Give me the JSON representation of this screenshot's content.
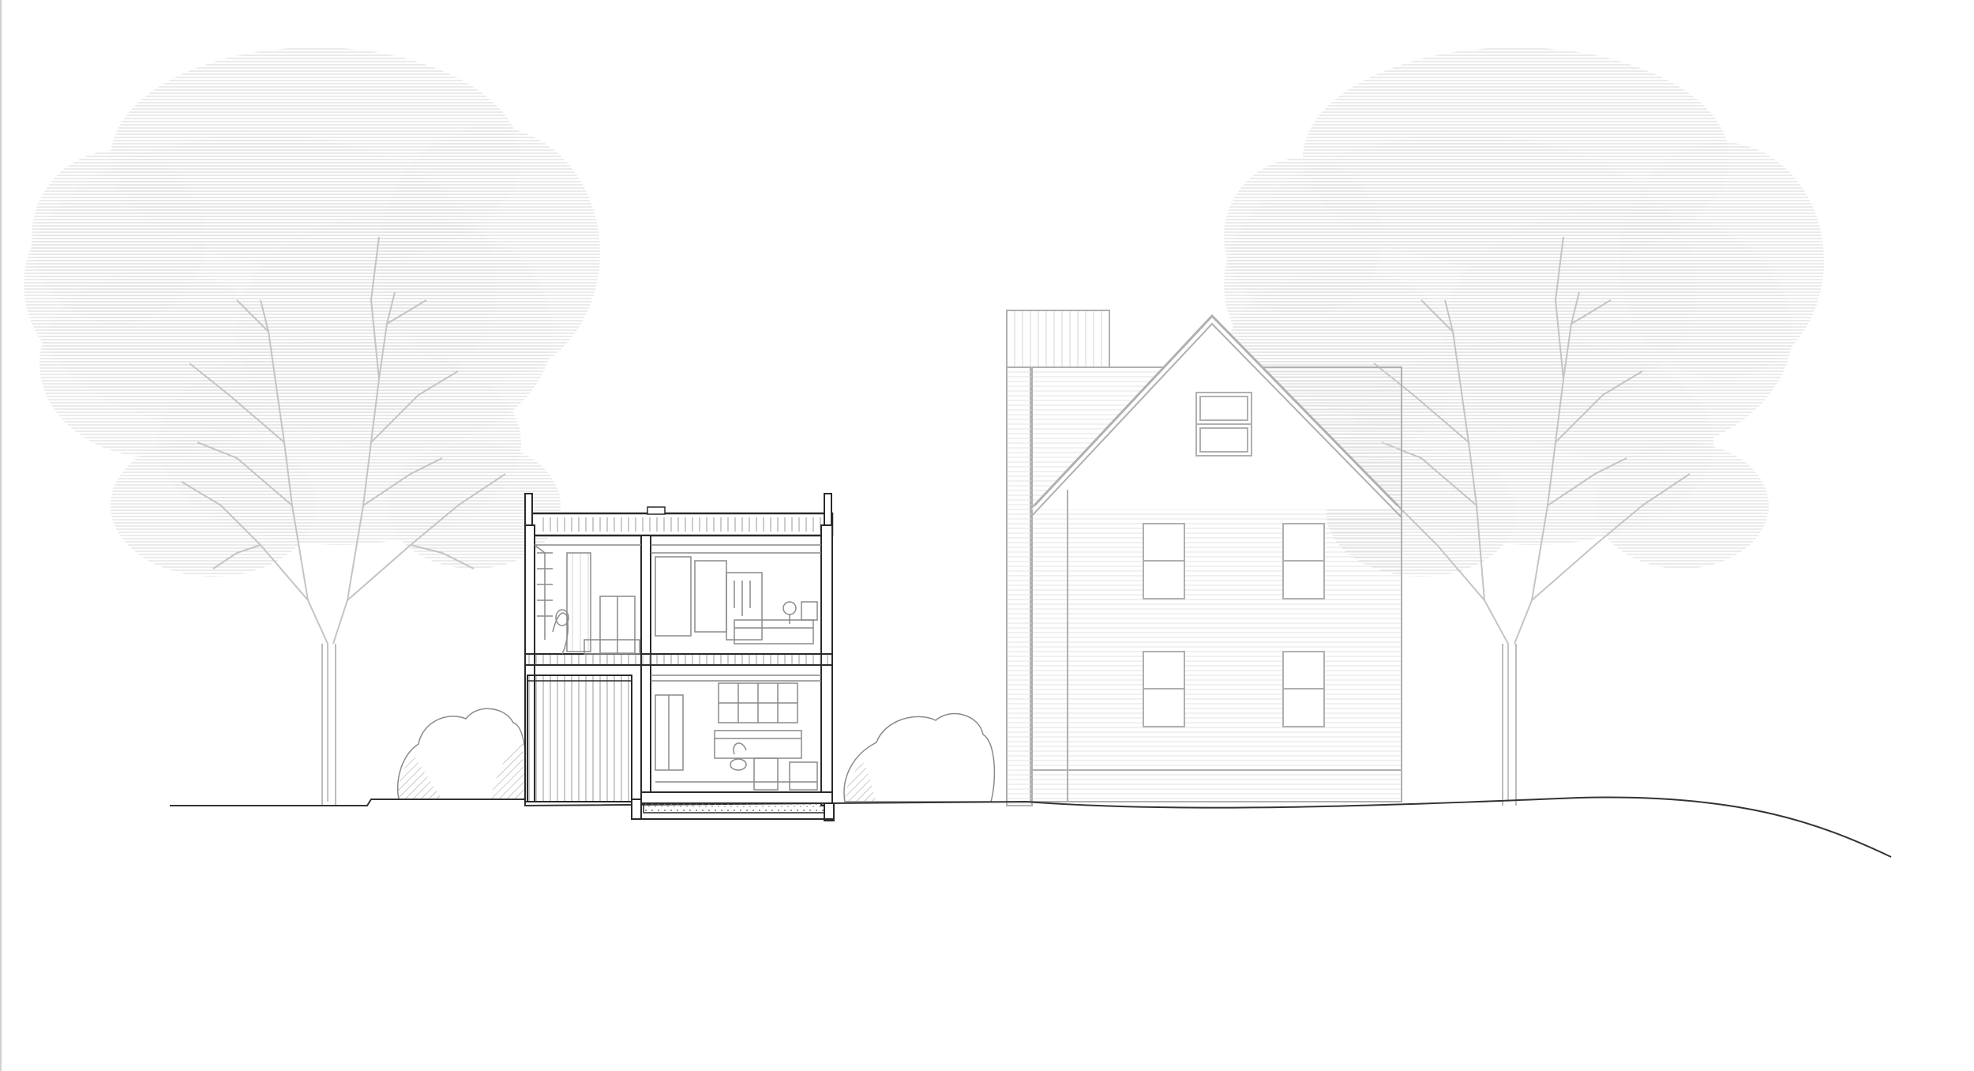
{
  "drawing": {
    "kind": "architectural section / elevation",
    "background": "#ffffff",
    "colors": {
      "foliage": "#ebebeb",
      "trunk": "#bdbdbd",
      "section_line": "#2a2a2a",
      "interior_line": "#8a8a8a",
      "neighbor_line": "#b0b0b0",
      "ground_line": "#333333",
      "hatch": "#9a9a9a"
    },
    "elements": {
      "trees": 2,
      "shrubs": 2,
      "sectioned_house_levels": 2,
      "neighbor_house_window_count": 6
    },
    "text": []
  }
}
